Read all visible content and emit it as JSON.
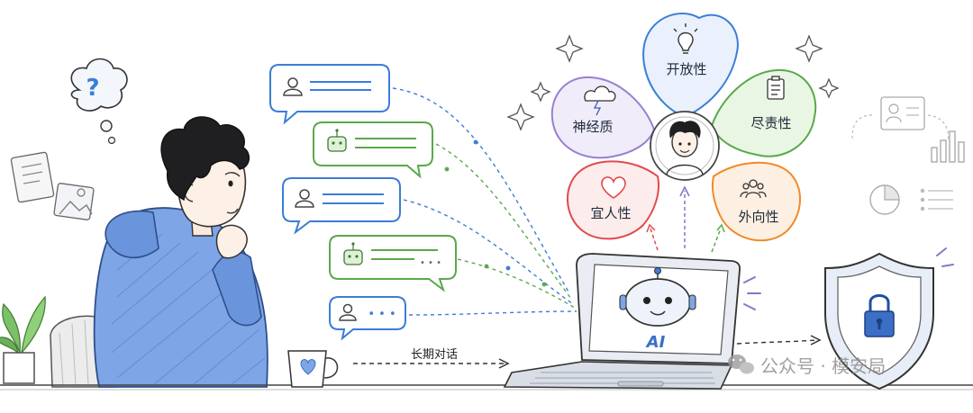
{
  "traits": {
    "openness": "开放性",
    "conscientiousness": "尽责性",
    "extraversion": "外向性",
    "agreeableness": "宜人性",
    "neuroticism": "神经质"
  },
  "laptop": {
    "screen_label": "AI"
  },
  "arrow_label": "长期对话",
  "bubble_dots": "• • •",
  "question_mark": "?",
  "watermark": "公众号 · 模安局",
  "colors": {
    "blue": "#3b7dd8",
    "green": "#5aa84c",
    "purple": "#9a7fd1",
    "red": "#e24b4b",
    "orange": "#f08a2a",
    "hoodie": "#5b8bd8"
  }
}
